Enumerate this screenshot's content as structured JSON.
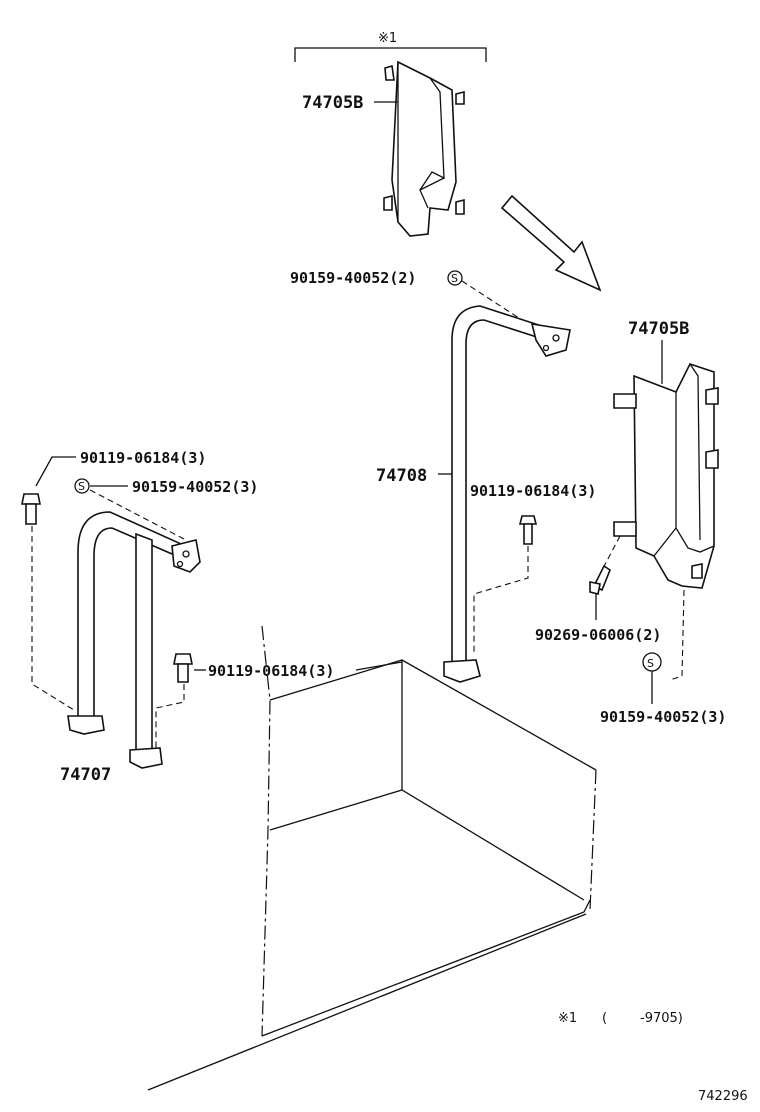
{
  "labels": {
    "note_mark_top": "※1",
    "shield_top": "74705B",
    "shield_right": "74705B",
    "nut_top": "90159-40052(2)",
    "handle_tall": "74708",
    "bolt_mid": "90119-06184(3)",
    "clip_right": "90269-06006(2)",
    "nut_right": "90159-40052(3)",
    "bolt_left": "90119-06184(3)",
    "nut_left": "90159-40052(3)",
    "bolt_lower": "90119-06184(3)",
    "handle_short": "74707",
    "note_mark_bottom": "※1",
    "note_paren_open": "(",
    "note_range": "-9705)",
    "diagram_code": "742296",
    "s_symbol": "S"
  }
}
